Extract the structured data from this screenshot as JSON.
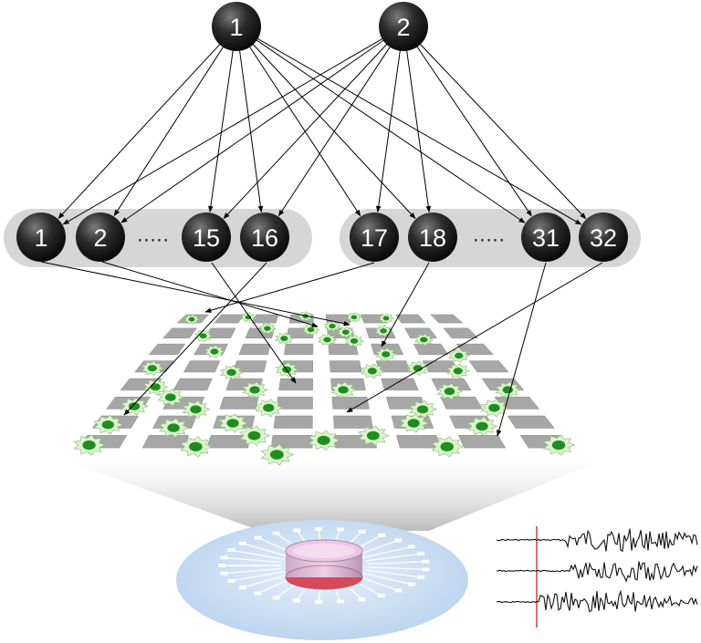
{
  "top_nodes": [
    {
      "id": "top-1",
      "label": "1"
    },
    {
      "id": "top-2",
      "label": "2"
    }
  ],
  "group_a": {
    "nodes": [
      {
        "id": "n1",
        "label": "1"
      },
      {
        "id": "n2",
        "label": "2"
      },
      {
        "id": "n15",
        "label": "15"
      },
      {
        "id": "n16",
        "label": "16"
      }
    ],
    "ellipsis": "....."
  },
  "group_b": {
    "nodes": [
      {
        "id": "n17",
        "label": "17"
      },
      {
        "id": "n18",
        "label": "18"
      },
      {
        "id": "n31",
        "label": "31"
      },
      {
        "id": "n32",
        "label": "32"
      }
    ],
    "ellipsis": "....."
  },
  "colors": {
    "node": "#2a2a2a",
    "group_bg": "#d6d6d6",
    "electrode": "#a6a6a6",
    "cell": "#1f8f1f",
    "cell_halo": "#d8f2c8",
    "dish": "#c6dcf2",
    "marker": "#d23b3b"
  }
}
